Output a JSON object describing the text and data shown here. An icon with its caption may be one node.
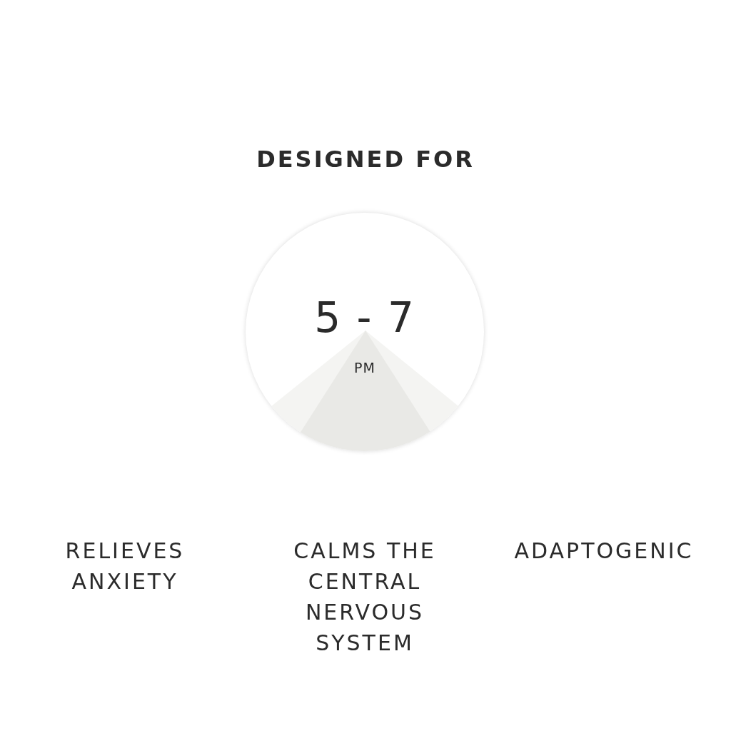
{
  "diagram": {
    "title": "DESIGNED FOR",
    "nodes": [
      {
        "text": [
          "5 - 7",
          "PM"
        ]
      }
    ],
    "labels": [
      "RELIEVES ANXIETY",
      "CALMS THE CENTRAL NERVOUS SYSTEM",
      "ADAPTOGENIC"
    ]
  }
}
